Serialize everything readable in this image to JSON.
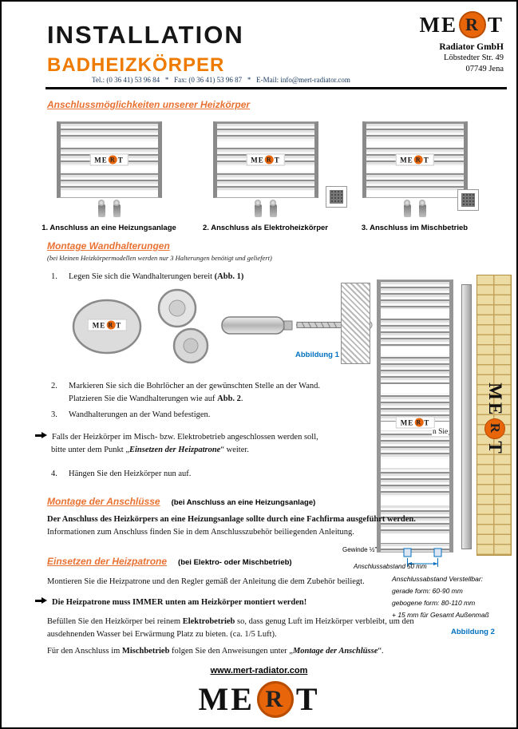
{
  "colors": {
    "accent_orange": "#EE7A00",
    "heading_orange": "#E97132",
    "figure_blue": "#0070C0",
    "contact_navy": "#17365D",
    "logo_circle": "#E8650A"
  },
  "header": {
    "title": "INSTALLATION",
    "subtitle": "BADHEIZKÖRPER",
    "contact": "Tel.: (0 36 41) 53 96 84   *   Fax: (0 36 41) 53 96 87   *   E-Mail: info@mert-radiator.com",
    "logo": {
      "pre": "ME",
      "r": "R",
      "post": "T"
    },
    "company": {
      "name": "Radiator GmbH",
      "street": "Löbstedter Str. 49",
      "city": "07749 Jena"
    }
  },
  "section_anschluss": {
    "heading": "Anschlussmöglichkeiten unserer Heizkörper",
    "captions": [
      "1. Anschluss an eine Heizungsanlage",
      "2. Anschluss als Elektroheizkörper",
      "3. Anschluss im Mischbetrieb"
    ]
  },
  "section_montage_wand": {
    "heading": "Montage Wandhalterungen",
    "note": "(bei kleinen Heizkörpermodellen werden nur 3 Halterungen benötigt und geliefert)",
    "step1": {
      "num": "1.",
      "pre": "Legen Sie sich die Wandhalterungen bereit ",
      "bold": "(Abb. 1)",
      "post": ""
    },
    "fig1_label": "Abbildung 1",
    "step2": {
      "num": "2.",
      "line1": "Markieren Sie sich die Bohrlöcher an der gewünschten Stelle an der Wand.",
      "line2_pre": "Platzieren Sie die Wandhalterungen wie auf ",
      "line2_bold": "Abb. 2",
      "line2_post": "."
    },
    "step3": {
      "num": "3.",
      "text": "Wandhalterungen an der Wand befestigen."
    },
    "arrow_note": {
      "line1": "Falls der Heizkörper im Misch- bzw. Elektrobetrieb angeschlossen werden soll,",
      "line2_pre": "bitte unter dem Punkt „",
      "line2_em": "Einsetzen der Heizpatrone",
      "line2_post": "“ weiter."
    },
    "step4": {
      "num": "4.",
      "text": "Hängen Sie den Heizkörper nun auf."
    },
    "stray_fragment": "n Sie",
    "fig2": {
      "gewinde": "Gewinde ½\"",
      "abstand": "Anschlussabstand 50 mm",
      "verstellbar": [
        "Anschlussabstand Verstellbar:",
        "gerade form: 60-90 mm",
        "gebogene form: 80-110 mm",
        "+ 15 mm für Gesamt Außenmaß"
      ],
      "label": "Abbildung 2"
    }
  },
  "section_montage_anschluesse": {
    "heading": "Montage der Anschlüsse",
    "heading_note": "(bei Anschluss an eine Heizungsanlage)",
    "bold_line": "Der Anschluss des Heizkörpers an eine Heizungsanlage sollte durch eine Fachfirma ausgeführt werden.",
    "line2": "Informationen zum Anschluss finden Sie in dem Anschlusszubehör beiliegenden Anleitung."
  },
  "section_heizpatrone": {
    "heading": "Einsetzen der Heizpatrone",
    "heading_note": "(bei Elektro- oder Mischbetrieb)",
    "p1": "Montieren Sie die Heizpatrone und den Regler gemäß der Anleitung die dem Zubehör beiliegt.",
    "warn": "Die Heizpatrone muss IMMER unten am Heizkörper montiert werden!",
    "p2_line1_pre": "Befüllen Sie den Heizkörper bei reinem ",
    "p2_line1_bold": "Elektrobetrieb",
    "p2_line1_post": " so, dass genug Luft im Heizkörper verbleibt, um den",
    "p2_line2": "ausdehnenden Wasser bei Erwärmung Platz zu bieten. (ca. 1/5 Luft).",
    "p3_pre": "Für den Anschluss im ",
    "p3_bold": "Mischbetrieb",
    "p3_mid": " folgen Sie den Anweisungen unter „",
    "p3_em": "Montage der Anschlüsse",
    "p3_post": "“.",
    "glyphs": {
      "arrow_bullet": "right-arrow"
    }
  },
  "footer": {
    "link": "www.mert-radiator.com"
  }
}
